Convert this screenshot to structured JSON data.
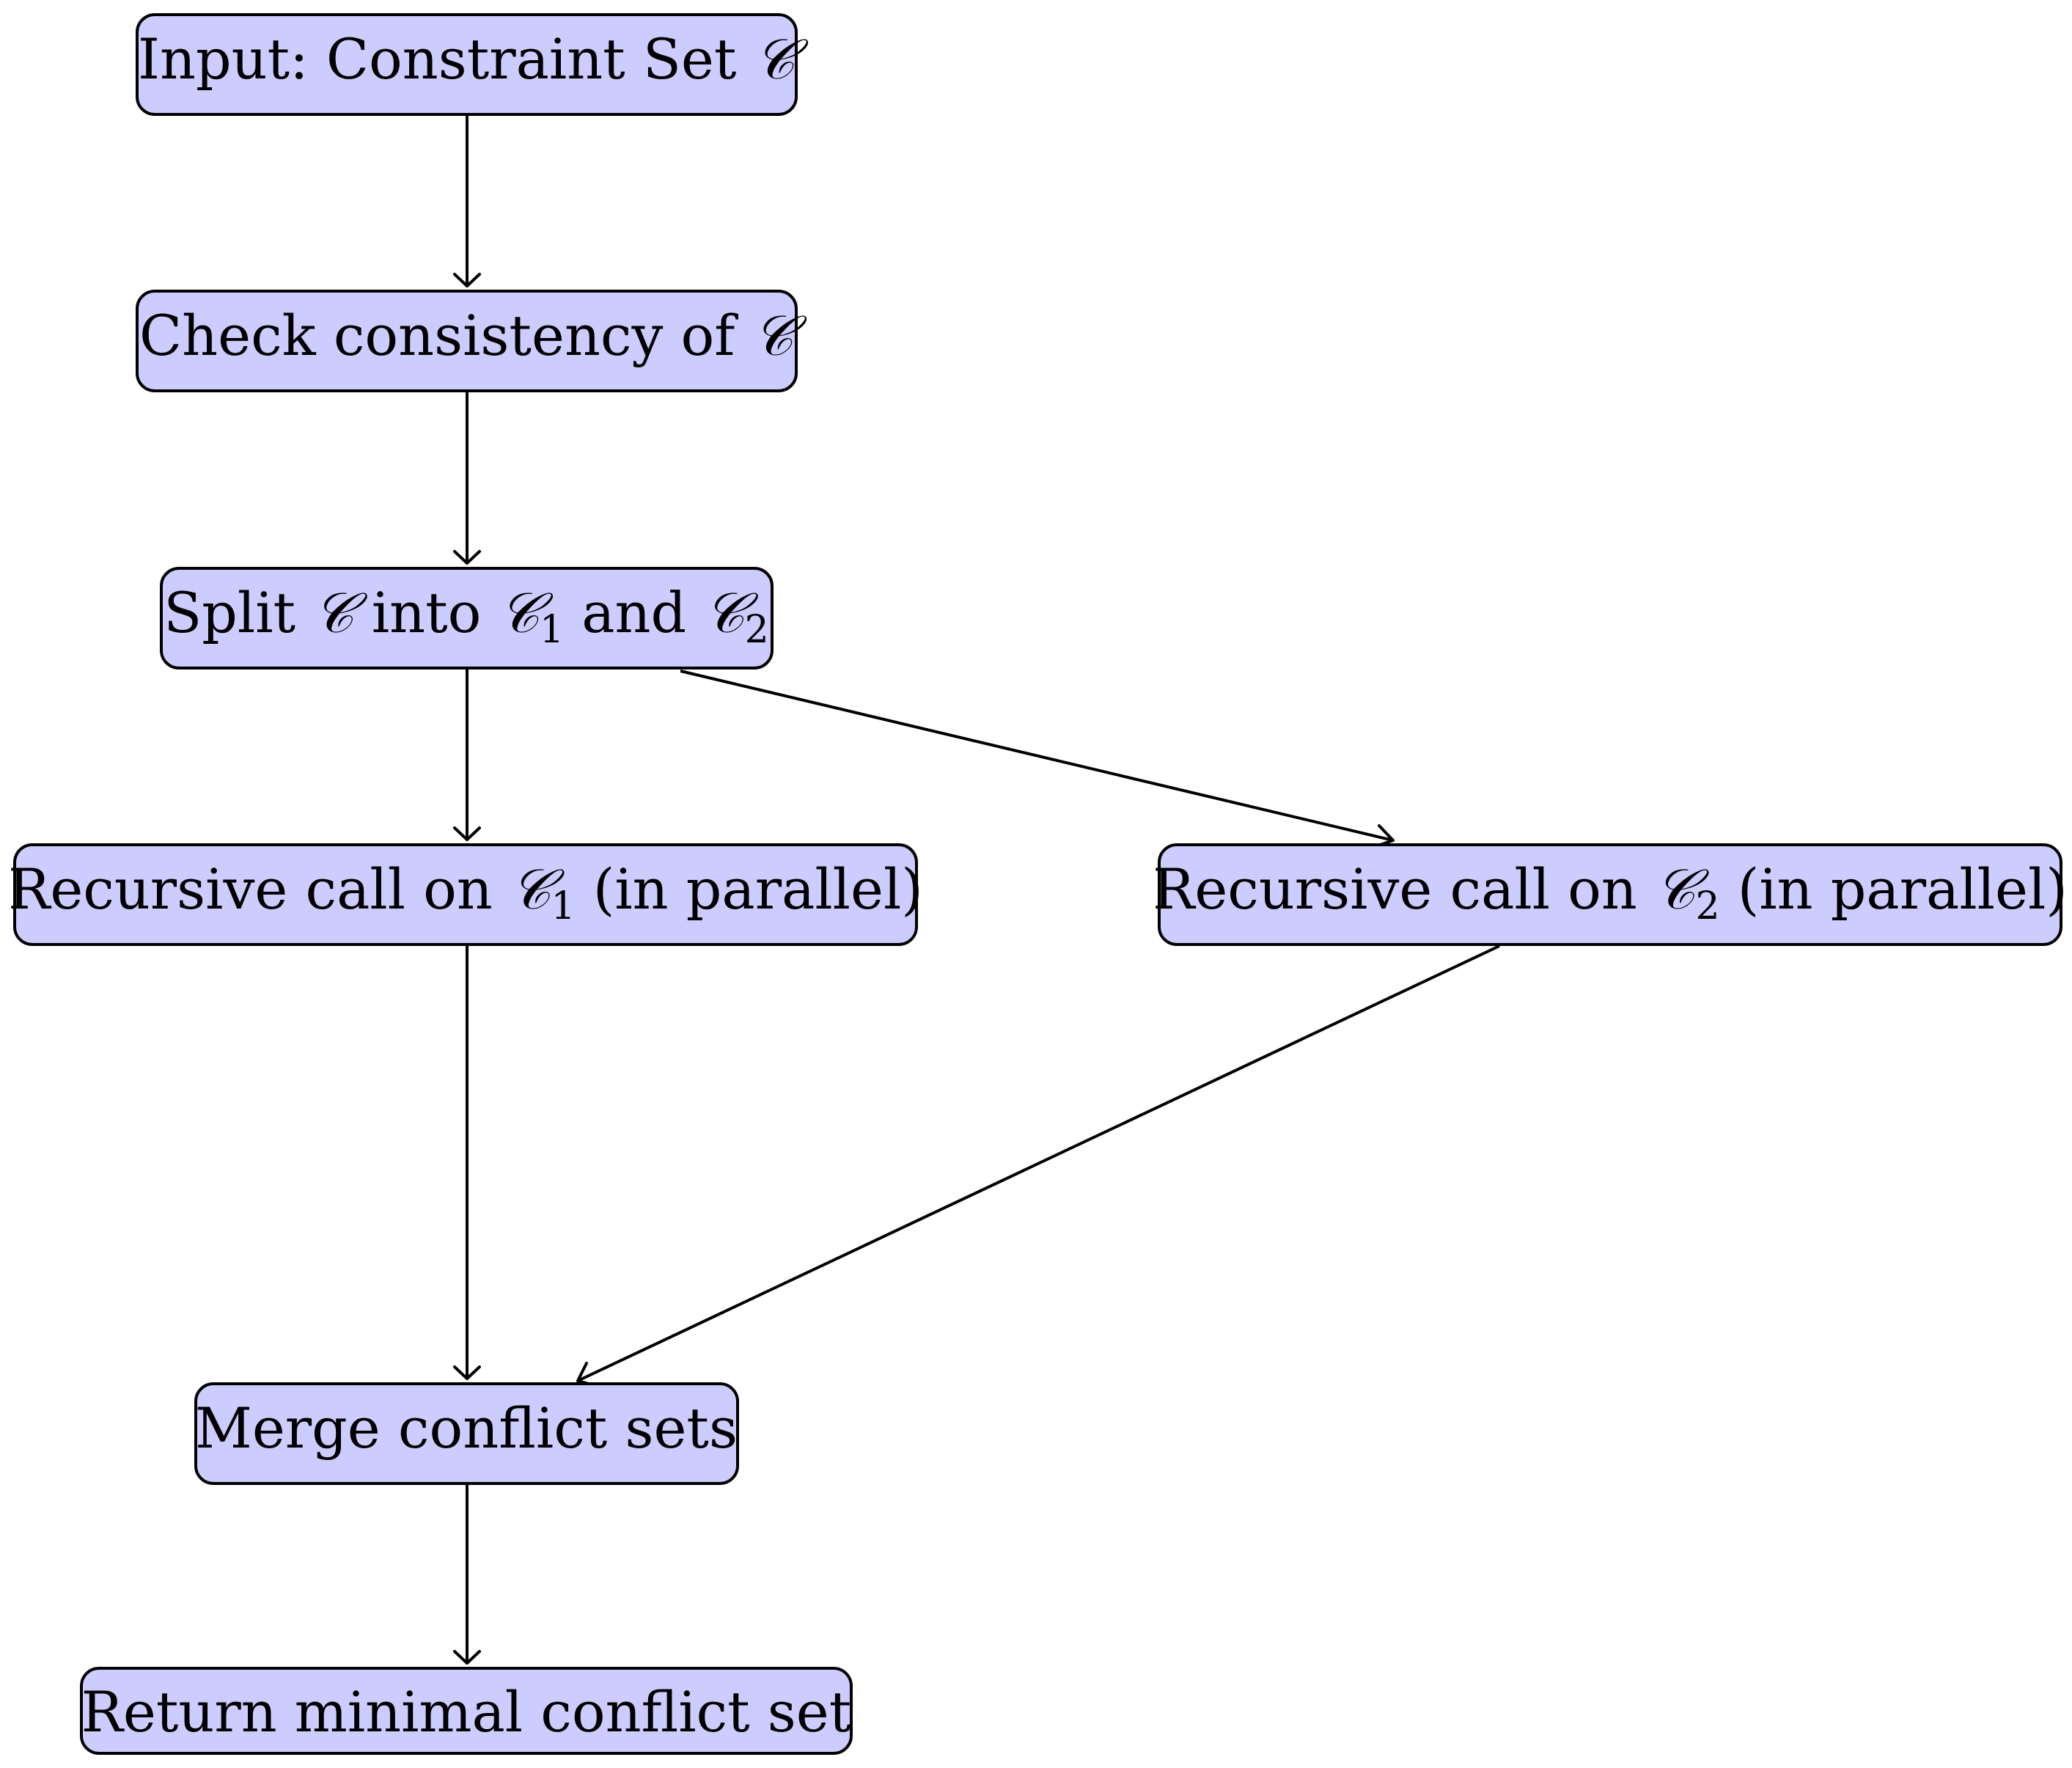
{
  "nodes": {
    "input": {
      "text": "Input: Constraint Set ",
      "math": "𝒞"
    },
    "check": {
      "text": "Check consistency of ",
      "math": "𝒞"
    },
    "split": {
      "text_a": "Split ",
      "math_a": "𝒞",
      "text_b": " into ",
      "math_b": "𝒞",
      "sub_b": "1",
      "text_c": " and ",
      "math_c": "𝒞",
      "sub_c": "2"
    },
    "recursive1": {
      "text_a": "Recursive call on ",
      "math": "𝒞",
      "sub": "1",
      "text_b": " (in parallel)"
    },
    "recursive2": {
      "text_a": "Recursive call on ",
      "math": "𝒞",
      "sub": "2",
      "text_b": " (in parallel)"
    },
    "merge": {
      "text": "Merge conflict sets"
    },
    "return": {
      "text": "Return minimal conflict set"
    }
  },
  "edges": [
    {
      "from": "input",
      "to": "check"
    },
    {
      "from": "check",
      "to": "split"
    },
    {
      "from": "split",
      "to": "recursive1"
    },
    {
      "from": "split",
      "to": "recursive2"
    },
    {
      "from": "recursive1",
      "to": "merge"
    },
    {
      "from": "recursive2",
      "to": "merge"
    },
    {
      "from": "merge",
      "to": "return"
    }
  ],
  "colors": {
    "node_fill": "#ccccff",
    "node_stroke": "#000000",
    "edge": "#000000"
  }
}
